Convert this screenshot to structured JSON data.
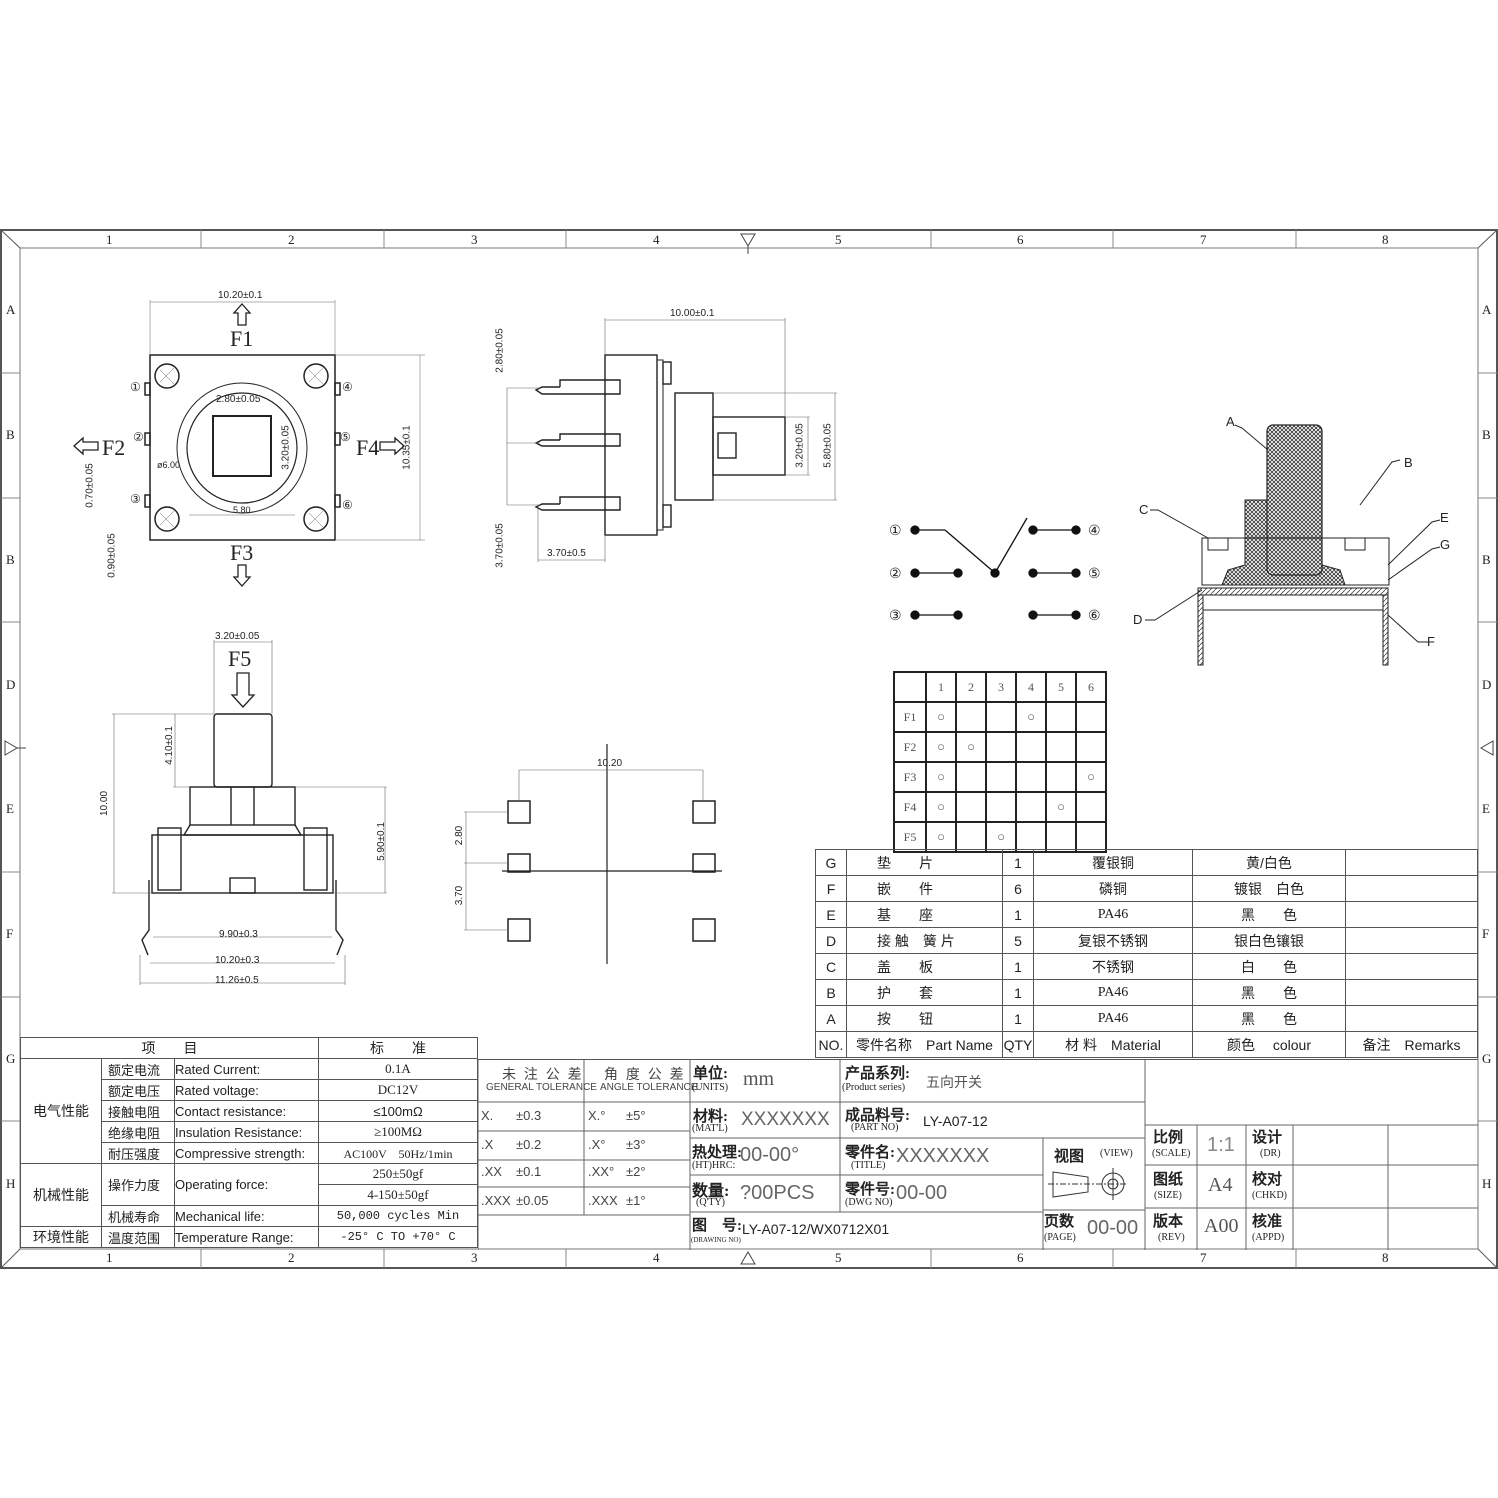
{
  "frame": {
    "columns": [
      "1",
      "2",
      "3",
      "4",
      "5",
      "6",
      "7",
      "8"
    ],
    "rows": [
      "A",
      "B",
      "B",
      "D",
      "E",
      "F",
      "G",
      "H"
    ]
  },
  "top_view": {
    "width_dim": "10.20±0.1",
    "height_dim": "10.35±0.1",
    "inner_w": "2.80±0.05",
    "inner_h": "3.20±0.05",
    "dia": "ø6.00",
    "inner_span": "5.80",
    "pin_pitch_a": "0.70±0.05",
    "pin_pitch_b": "0.90±0.05",
    "forces": {
      "f1": "F1",
      "f2": "F2",
      "f3": "F3",
      "f4": "F4"
    },
    "pins": [
      "①",
      "②",
      "③",
      "④",
      "⑤",
      "⑥"
    ]
  },
  "side_view": {
    "length_dim": "10.00±0.1",
    "pitch_top": "2.80±0.05",
    "pitch_bottom": "3.70±0.05",
    "pin_len": "3.70±0.5",
    "stem_h": "3.20±0.05",
    "body_h": "5.80±0.05"
  },
  "front_view": {
    "force": "F5",
    "stem_w": "3.20±0.05",
    "stem_h": "4.10±0.1",
    "total_h": "10.00",
    "body_h": "5.90±0.1",
    "w1": "9.90±0.3",
    "w2": "10.20±0.3",
    "w3": "11.26±0.5"
  },
  "footprint": {
    "span": "10.20",
    "pitch_a": "2.80",
    "pitch_b": "3.70"
  },
  "schematic": {
    "pins": [
      "①",
      "②",
      "③",
      "④",
      "⑤",
      "⑥"
    ]
  },
  "section_labels": [
    "A",
    "B",
    "C",
    "D",
    "E",
    "F",
    "G"
  ],
  "truth_table": {
    "columns": [
      "",
      "1",
      "2",
      "3",
      "4",
      "5",
      "6"
    ],
    "rows": [
      {
        "label": "F1",
        "marks": [
          true,
          false,
          false,
          true,
          false,
          false
        ]
      },
      {
        "label": "F2",
        "marks": [
          true,
          true,
          false,
          false,
          false,
          false
        ]
      },
      {
        "label": "F3",
        "marks": [
          true,
          false,
          false,
          false,
          false,
          true
        ]
      },
      {
        "label": "F4",
        "marks": [
          true,
          false,
          false,
          false,
          true,
          false
        ]
      },
      {
        "label": "F5",
        "marks": [
          true,
          false,
          true,
          false,
          false,
          false
        ]
      }
    ],
    "mark_symbol": "○"
  },
  "bom": {
    "rows": [
      {
        "no": "G",
        "name": "垫　　片",
        "qty": "1",
        "material": "覆银铜",
        "colour": "黄/白色",
        "remarks": ""
      },
      {
        "no": "F",
        "name": "嵌　　件",
        "qty": "6",
        "material": "磷铜",
        "colour": "镀银　白色",
        "remarks": ""
      },
      {
        "no": "E",
        "name": "基　　座",
        "qty": "1",
        "material": "PA46",
        "colour": "黑　　色",
        "remarks": ""
      },
      {
        "no": "D",
        "name": "接 触　簧 片",
        "qty": "5",
        "material": "复银不锈钢",
        "colour": "银白色镶银",
        "remarks": ""
      },
      {
        "no": "C",
        "name": "盖　　板",
        "qty": "1",
        "material": "不锈钢",
        "colour": "白　　色",
        "remarks": ""
      },
      {
        "no": "B",
        "name": "护　　套",
        "qty": "1",
        "material": "PA46",
        "colour": "黑　　色",
        "remarks": ""
      },
      {
        "no": "A",
        "name": "按　　钮",
        "qty": "1",
        "material": "PA46",
        "colour": "黑　　色",
        "remarks": ""
      }
    ],
    "header": {
      "no": "NO.",
      "name": "零件名称　Part Name",
      "qty": "QTY",
      "material": "材 料　Material",
      "colour": "颜色　 colour",
      "remarks": "备注　Remarks"
    }
  },
  "spec": {
    "header": {
      "item": "项　　目",
      "standard": "标　　准"
    },
    "groups": [
      {
        "group": "电气性能",
        "rows": [
          {
            "cn": "额定电流",
            "en": "Rated Current:",
            "value": "0.1A"
          },
          {
            "cn": "额定电压",
            "en": "Rated voltage:",
            "value": "DC12V"
          },
          {
            "cn": "接触电阻",
            "en": "Contact resistance:",
            "value": "≤100mΩ"
          },
          {
            "cn": "绝缘电阻",
            "en": "Insulation Resistance:",
            "value": "≥100MΩ"
          },
          {
            "cn": "耐压强度",
            "en": "Compressive strength:",
            "value": "AC100V　50Hz/1min"
          }
        ]
      },
      {
        "group": "机械性能",
        "rows": [
          {
            "cn": "操作力度",
            "en": "Operating force:",
            "value": "250±50gf",
            "value2": "4-150±50gf"
          },
          {
            "cn": "机械寿命",
            "en": "Mechanical life:",
            "value": "50,000 cycles Min"
          }
        ]
      },
      {
        "group": "环境性能",
        "rows": [
          {
            "cn": "温度范围",
            "en": "Temperature Range:",
            "value": "-25° C TO +70° C"
          }
        ]
      }
    ]
  },
  "tolerance": {
    "general_cn": "未 注 公 差",
    "general_en": "GENERAL TOLERANCE",
    "angle_cn": "角 度 公 差",
    "angle_en": "ANGLE TOLERANCE",
    "rows": [
      {
        "g": "X.",
        "gv": "±0.3",
        "a": "X.°",
        "av": "±5°"
      },
      {
        "g": ".X",
        "gv": "±0.2",
        "a": ".X°",
        "av": "±3°"
      },
      {
        "g": ".XX",
        "gv": "±0.1",
        "a": ".XX°",
        "av": "±2°"
      },
      {
        "g": ".XXX",
        "gv": "±0.05",
        "a": ".XXX",
        "av": "±1°"
      }
    ]
  },
  "title_block": {
    "units_cn": "单位:",
    "units_en": "(UNITS)",
    "units": "mm",
    "matl_cn": "材料:",
    "matl_en": "(MAT'L)",
    "matl": "XXXXXXX",
    "ht_cn": "热处理:",
    "ht_en": "(HT)HRC:",
    "ht": "00-00°",
    "qty_cn": "数量:",
    "qty_en": "(Q'TY)",
    "qty": "?00PCS",
    "dwg_cn": "图　号:",
    "dwg_en": "(DRAWING NO)",
    "dwg": "LY-A07-12/WX0712X01",
    "series_cn": "产品系列:",
    "series_en": "(Product series)",
    "series": "五向开关",
    "part_cn": "成品料号:",
    "part_en": "(PART NO)",
    "part": "LY-A07-12",
    "title_cn": "零件名:",
    "title_en": "(TITLE)",
    "title": "XXXXXXX",
    "dwgno_cn": "零件号:",
    "dwgno_en": "(DWG NO)",
    "dwgno": "00-00",
    "view_cn": "视图",
    "view_en": "(VIEW)",
    "page_cn": "页数",
    "page_en": "(PAGE)",
    "page": "00-00",
    "scale_cn": "比例",
    "scale_en": "(SCALE)",
    "scale": "1:1",
    "size_cn": "图纸",
    "size_en": "(SIZE)",
    "size": "A4",
    "rev_cn": "版本",
    "rev_en": "(REV)",
    "rev": "A00",
    "dr_cn": "设计",
    "dr_en": "(DR)",
    "chkd_cn": "校对",
    "chkd_en": "(CHKD)",
    "appd_cn": "核准",
    "appd_en": "(APPD)"
  }
}
